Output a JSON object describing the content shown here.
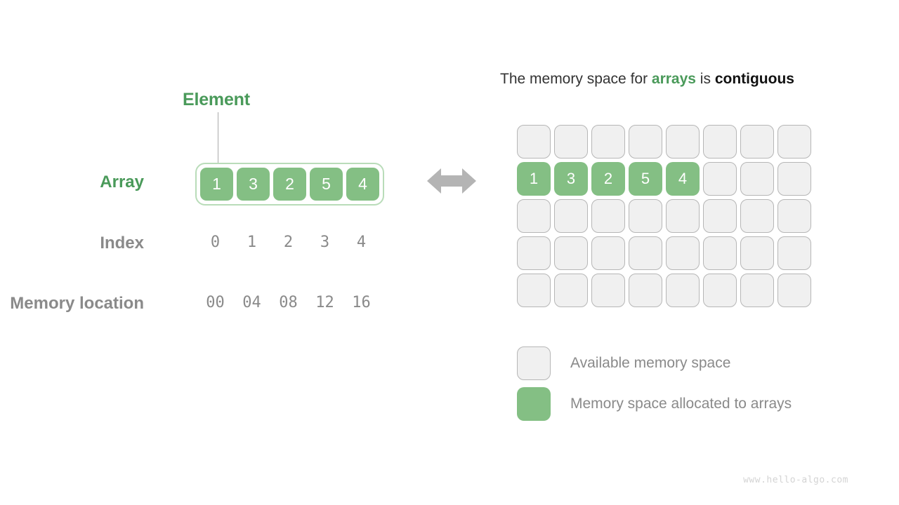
{
  "colors": {
    "green": "#84bf84",
    "green_text": "#4a9a5a",
    "gray_text": "#8a8a8a",
    "free_cell": "#f0f0f0",
    "free_border": "#b6b6b6",
    "arrow": "#b4b4b4",
    "watermark": "#d4d4d4"
  },
  "left": {
    "element_label": "Element",
    "array_label": "Array",
    "index_label": "Index",
    "memory_label": "Memory location",
    "array_values": [
      "1",
      "3",
      "2",
      "5",
      "4"
    ],
    "index_values": [
      "0",
      "1",
      "2",
      "3",
      "4"
    ],
    "memory_values": [
      "00",
      "04",
      "08",
      "12",
      "16"
    ]
  },
  "arrow": {
    "icon": "double-headed-horizontal-arrow-icon"
  },
  "right": {
    "heading": {
      "part1": "The memory space for ",
      "highlight": "arrays",
      "part2": " is ",
      "bold": "contiguous"
    },
    "grid": {
      "columns": 8,
      "rows": 5,
      "cells": [
        [
          "",
          "",
          "",
          "",
          "",
          "",
          "",
          ""
        ],
        [
          "1",
          "3",
          "2",
          "5",
          "4",
          "",
          "",
          ""
        ],
        [
          "",
          "",
          "",
          "",
          "",
          "",
          "",
          ""
        ],
        [
          "",
          "",
          "",
          "",
          "",
          "",
          "",
          ""
        ],
        [
          "",
          "",
          "",
          "",
          "",
          "",
          "",
          ""
        ]
      ]
    },
    "legend": [
      {
        "type": "free",
        "label": "Available memory space"
      },
      {
        "type": "used",
        "label": "Memory space allocated to arrays"
      }
    ]
  },
  "watermark": "www.hello-algo.com"
}
